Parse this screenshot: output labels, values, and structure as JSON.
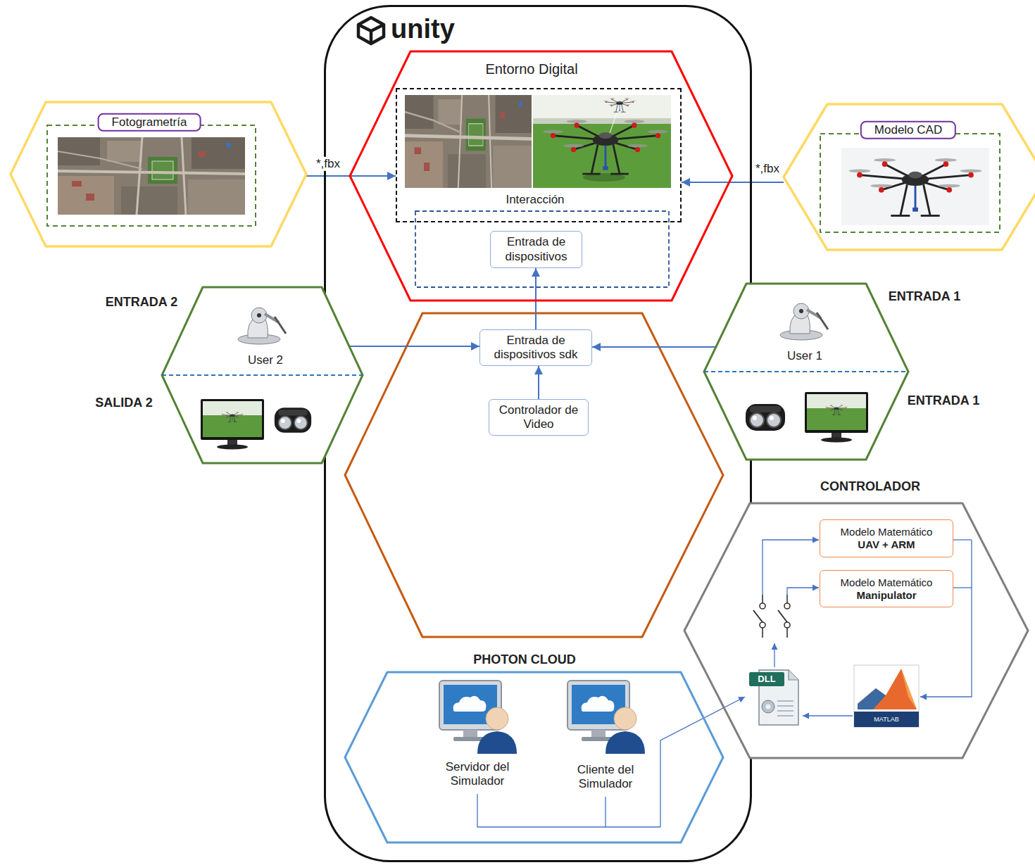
{
  "diagram": {
    "nodes": [
      {
        "text": [
          "unity"
        ]
      },
      {
        "text": [
          "Fotogrametría"
        ]
      },
      {
        "text": [
          "Entorno Digital"
        ],
        "in": 0
      },
      {
        "text": [
          "Interacción"
        ],
        "in": 2
      },
      {
        "text": [
          "Entrada de dispositivos"
        ],
        "in": 2
      },
      {
        "text": [
          "Modelo CAD"
        ]
      },
      {
        "text": [
          "ENTRADA 2",
          "User 2",
          "SALIDA 2"
        ]
      },
      {
        "text": [
          "Entrada de dispositivos sdk"
        ],
        "in": 0
      },
      {
        "text": [
          "ENTRADA 1",
          "User 1",
          "ENTRADA 1"
        ]
      },
      {
        "text": [
          "Controlador de Video"
        ],
        "in": 0
      },
      {
        "text": [
          "CONTROLADOR"
        ]
      },
      {
        "text": [
          "Modelo Matemático",
          "UAV + ARM"
        ],
        "in": 10
      },
      {
        "text": [
          "Modelo Matemático",
          "Manipulator"
        ],
        "in": 10
      },
      {
        "text": [
          "PHOTON CLOUD"
        ],
        "in": 0
      }
    ],
    "edges": [
      {
        "from": 1,
        "to": 3,
        "arrow": "to",
        "label": "*,fbx"
      },
      {
        "from": 5,
        "to": 3,
        "arrow": "to",
        "label": "*,fbx"
      },
      {
        "from": 6,
        "to": 7,
        "arrow": "to"
      },
      {
        "from": 8,
        "to": 7,
        "arrow": "to"
      },
      {
        "from": 9,
        "to": 7,
        "arrow": "to"
      },
      {
        "from": 7,
        "to": 4,
        "arrow": "to"
      }
    ],
    "labels": [
      "DLL",
      "MATLAB",
      "Servidor del Simulador",
      "Cliente del Simulador"
    ]
  }
}
